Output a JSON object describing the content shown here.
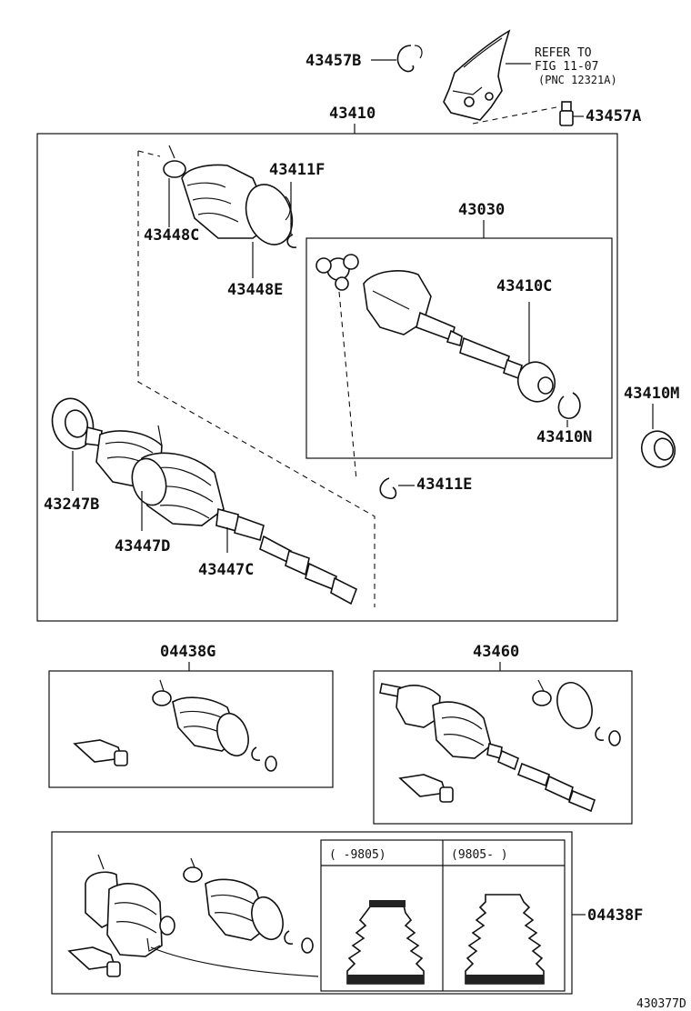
{
  "parts": {
    "p43457B": "43457B",
    "p43457A": "43457A",
    "p43410": "43410",
    "p43411F": "43411F",
    "p43448C": "43448C",
    "p43448E": "43448E",
    "p43030": "43030",
    "p43410C": "43410C",
    "p43410M": "43410M",
    "p43410N": "43410N",
    "p43411E": "43411E",
    "p43247B": "43247B",
    "p43447D": "43447D",
    "p43447C": "43447C",
    "p04438G": "04438G",
    "p43460": "43460",
    "p04438F": "04438F"
  },
  "refer": {
    "line1": "REFER TO",
    "line2": "FIG 11-07",
    "line3": "(PNC 12321A)"
  },
  "variants": {
    "left_header": "(    -9805)",
    "right_header": "(9805-    )"
  },
  "figure_id": "430377D"
}
